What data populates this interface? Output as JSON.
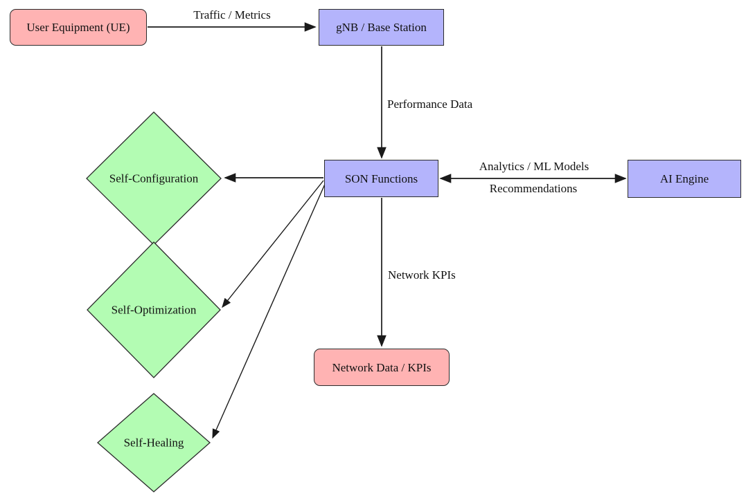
{
  "diagram": {
    "type": "flowchart",
    "topic": "SON (Self-Organizing Network) architecture with AI engine",
    "colors": {
      "node_pink": "#ffb3b3",
      "node_blue": "#b4b4fc",
      "node_green": "#b3fcb3",
      "node_border": "#2b2b2b",
      "arrow": "#1a1a1a",
      "background": "#ffffff",
      "text": "#111111"
    },
    "nodes": {
      "ue": {
        "label": "User Equipment (UE)",
        "shape": "rounded-rectangle",
        "fill": "#ffb3b3"
      },
      "gnb": {
        "label": "gNB / Base Station",
        "shape": "rectangle",
        "fill": "#b4b4fc"
      },
      "son": {
        "label": "SON Functions",
        "shape": "rectangle",
        "fill": "#b4b4fc"
      },
      "ai": {
        "label": "AI Engine",
        "shape": "rectangle",
        "fill": "#b4b4fc"
      },
      "network_data": {
        "label": "Network Data / KPIs",
        "shape": "rounded-rectangle",
        "fill": "#ffb3b3"
      },
      "self_configuration": {
        "label": "Self-Configuration",
        "shape": "diamond",
        "fill": "#b3fcb3"
      },
      "self_optimization": {
        "label": "Self-Optimization",
        "shape": "diamond",
        "fill": "#b3fcb3"
      },
      "self_healing": {
        "label": "Self-Healing",
        "shape": "diamond",
        "fill": "#b3fcb3"
      }
    },
    "edge_labels": {
      "traffic_metrics": "Traffic / Metrics",
      "performance_data": "Performance Data",
      "analytics_ml": "Analytics / ML Models",
      "recommendations": "Recommendations",
      "network_kpis": "Network KPIs"
    },
    "edges": [
      {
        "from": "User Equipment (UE)",
        "to": "gNB / Base Station",
        "label": "Traffic / Metrics",
        "direction": "one-way"
      },
      {
        "from": "gNB / Base Station",
        "to": "SON Functions",
        "label": "Performance Data",
        "direction": "one-way"
      },
      {
        "from": "SON Functions",
        "to": "AI Engine",
        "labels": [
          "Analytics / ML Models",
          "Recommendations"
        ],
        "direction": "two-way"
      },
      {
        "from": "SON Functions",
        "to": "Network Data / KPIs",
        "label": "Network KPIs",
        "direction": "one-way"
      },
      {
        "from": "SON Functions",
        "to": "Self-Configuration",
        "label": "",
        "direction": "one-way"
      },
      {
        "from": "SON Functions",
        "to": "Self-Optimization",
        "label": "",
        "direction": "one-way"
      },
      {
        "from": "SON Functions",
        "to": "Self-Healing",
        "label": "",
        "direction": "one-way"
      }
    ]
  }
}
